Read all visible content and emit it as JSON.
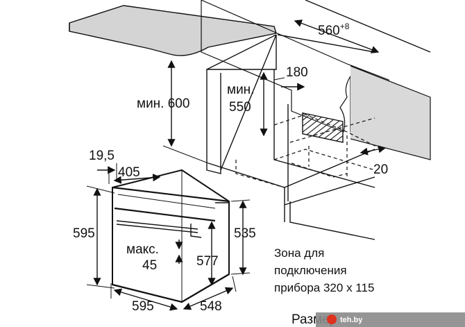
{
  "dimensions": {
    "cabinet_depth": "560",
    "cabinet_depth_tolerance": "+8",
    "min_height": "мин. 600",
    "min_depth_label": "мин.",
    "min_depth_value": "550",
    "connection_width": "180",
    "gap": "20",
    "front_offset": "19,5",
    "front_depth": "405",
    "front_height": "595",
    "niche_height": "535",
    "max_label": "макс.",
    "max_value": "45",
    "body_height": "577",
    "width": "595",
    "depth": "548"
  },
  "zone_note": {
    "line1": "Зона для",
    "line2": "подключения",
    "line3": "прибора 320 x 115"
  },
  "caption": "Размер",
  "watermark": {
    "text": "teh.by",
    "color": "#e0301e"
  },
  "colors": {
    "counter_fill": "#d4d4d4",
    "wall_fill": "#d9d9d9",
    "line": "#111111"
  }
}
